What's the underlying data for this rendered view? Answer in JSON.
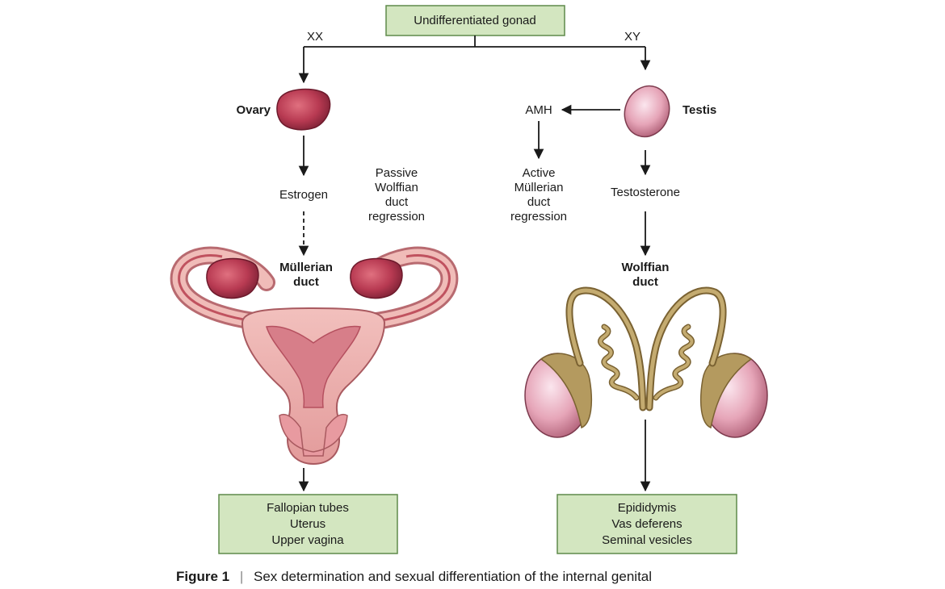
{
  "top_box": {
    "label": "Undifferentiated gonad"
  },
  "branches": {
    "left": "XX",
    "right": "XY"
  },
  "female": {
    "gonad": "Ovary",
    "hormone": "Estrogen",
    "regression": [
      "Passive",
      "Wolffian",
      "duct",
      "regression"
    ],
    "duct": [
      "Müllerian",
      "duct"
    ],
    "outcome": [
      "Fallopian tubes",
      "Uterus",
      "Upper vagina"
    ]
  },
  "male": {
    "gonad": "Testis",
    "amh": "AMH",
    "hormone": "Testosterone",
    "regression": [
      "Active",
      "Müllerian",
      "duct",
      "regression"
    ],
    "duct": [
      "Wolffian",
      "duct"
    ],
    "outcome": [
      "Epididymis",
      "Vas deferens",
      "Seminal vesicles"
    ]
  },
  "caption": {
    "label": "Figure 1",
    "separator": "|",
    "text": "Sex determination and sexual differentiation of the internal genital"
  },
  "colors": {
    "box_fill": "#d3e6c0",
    "box_stroke": "#5f8a4a",
    "ovary": "#b83a52",
    "uterus": "#e8a4a6",
    "testis": "#e6a5b8",
    "wolffian": "#b49a5f"
  }
}
